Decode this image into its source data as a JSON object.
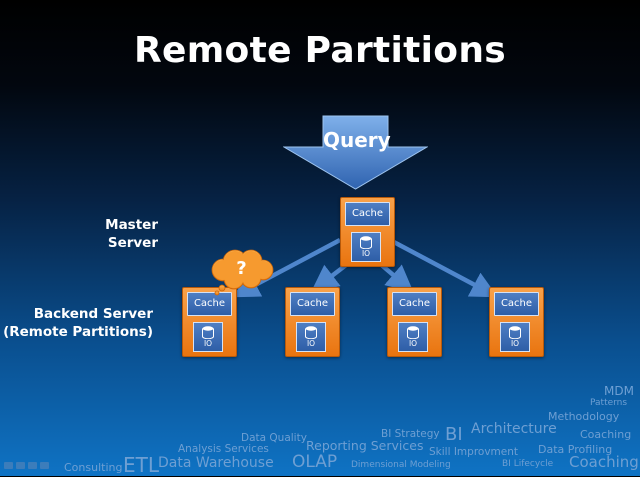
{
  "title": "Remote Partitions",
  "query_label": "Query",
  "labels": {
    "master_line1": "Master",
    "master_line2": "Server",
    "backend_line1": "Backend Server",
    "backend_line2": "(Remote Partitions)"
  },
  "master": {
    "cache": "Cache",
    "io": "IO"
  },
  "backends": [
    {
      "cache": "Cache",
      "io": "IO"
    },
    {
      "cache": "Cache",
      "io": "IO"
    },
    {
      "cache": "Cache",
      "io": "IO"
    },
    {
      "cache": "Cache",
      "io": "IO"
    }
  ],
  "question_mark": "?",
  "tag_cloud": [
    "MDM",
    "Patterns",
    "Methodology",
    "Coaching",
    "Data Quality",
    "BI Strategy",
    "BI",
    "Architecture",
    "Analysis Services",
    "Reporting Services",
    "Skill Improvment",
    "Data Profiling",
    "Consulting",
    "ETL",
    "Data Warehouse",
    "OLAP",
    "Dimensional Modeling",
    "BI Lifecycle",
    "Coaching"
  ],
  "colors": {
    "server_orange": "#f08a24",
    "cache_blue": "#3a6ab3",
    "arrow_blue": "#4f86cc",
    "cloud_orange": "#f4901e"
  }
}
